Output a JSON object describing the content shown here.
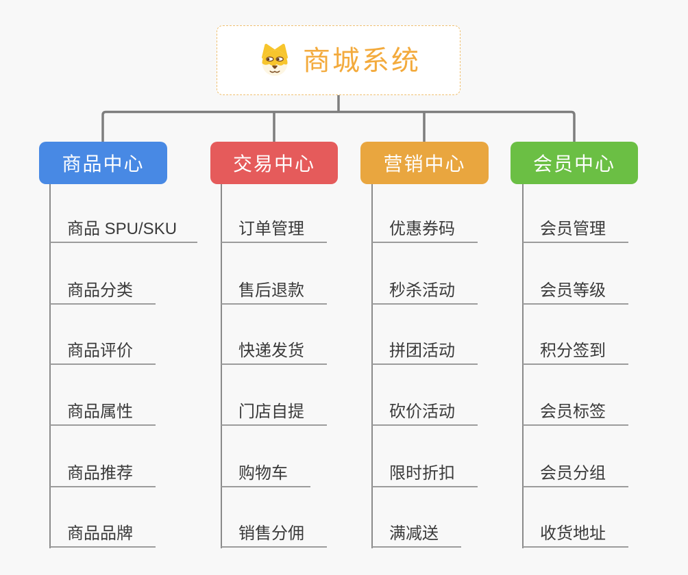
{
  "root": {
    "title": "商城系统",
    "icon": "doge-icon",
    "title_color": "#F3AA3C",
    "border_color": "#F0C070"
  },
  "branches": [
    {
      "label": "商品中心",
      "color": "#4889E4",
      "items": [
        "商品 SPU/SKU",
        "商品分类",
        "商品评价",
        "商品属性",
        "商品推荐",
        "商品品牌"
      ]
    },
    {
      "label": "交易中心",
      "color": "#E55B5B",
      "items": [
        "订单管理",
        "售后退款",
        "快递发货",
        "门店自提",
        "购物车",
        "销售分佣"
      ]
    },
    {
      "label": "营销中心",
      "color": "#E9A63F",
      "items": [
        "优惠券码",
        "秒杀活动",
        "拼团活动",
        "砍价活动",
        "限时折扣",
        "满减送"
      ]
    },
    {
      "label": "会员中心",
      "color": "#6BBF44",
      "items": [
        "会员管理",
        "会员等级",
        "积分签到",
        "会员标签",
        "会员分组",
        "收货地址"
      ]
    }
  ],
  "colors": {
    "background": "#F8F8F8",
    "connector": "#7E7E7E",
    "trunk": "#8A8A8A",
    "leaf_underline": "#9C9C9C",
    "leaf_text": "#3A3A3A"
  }
}
